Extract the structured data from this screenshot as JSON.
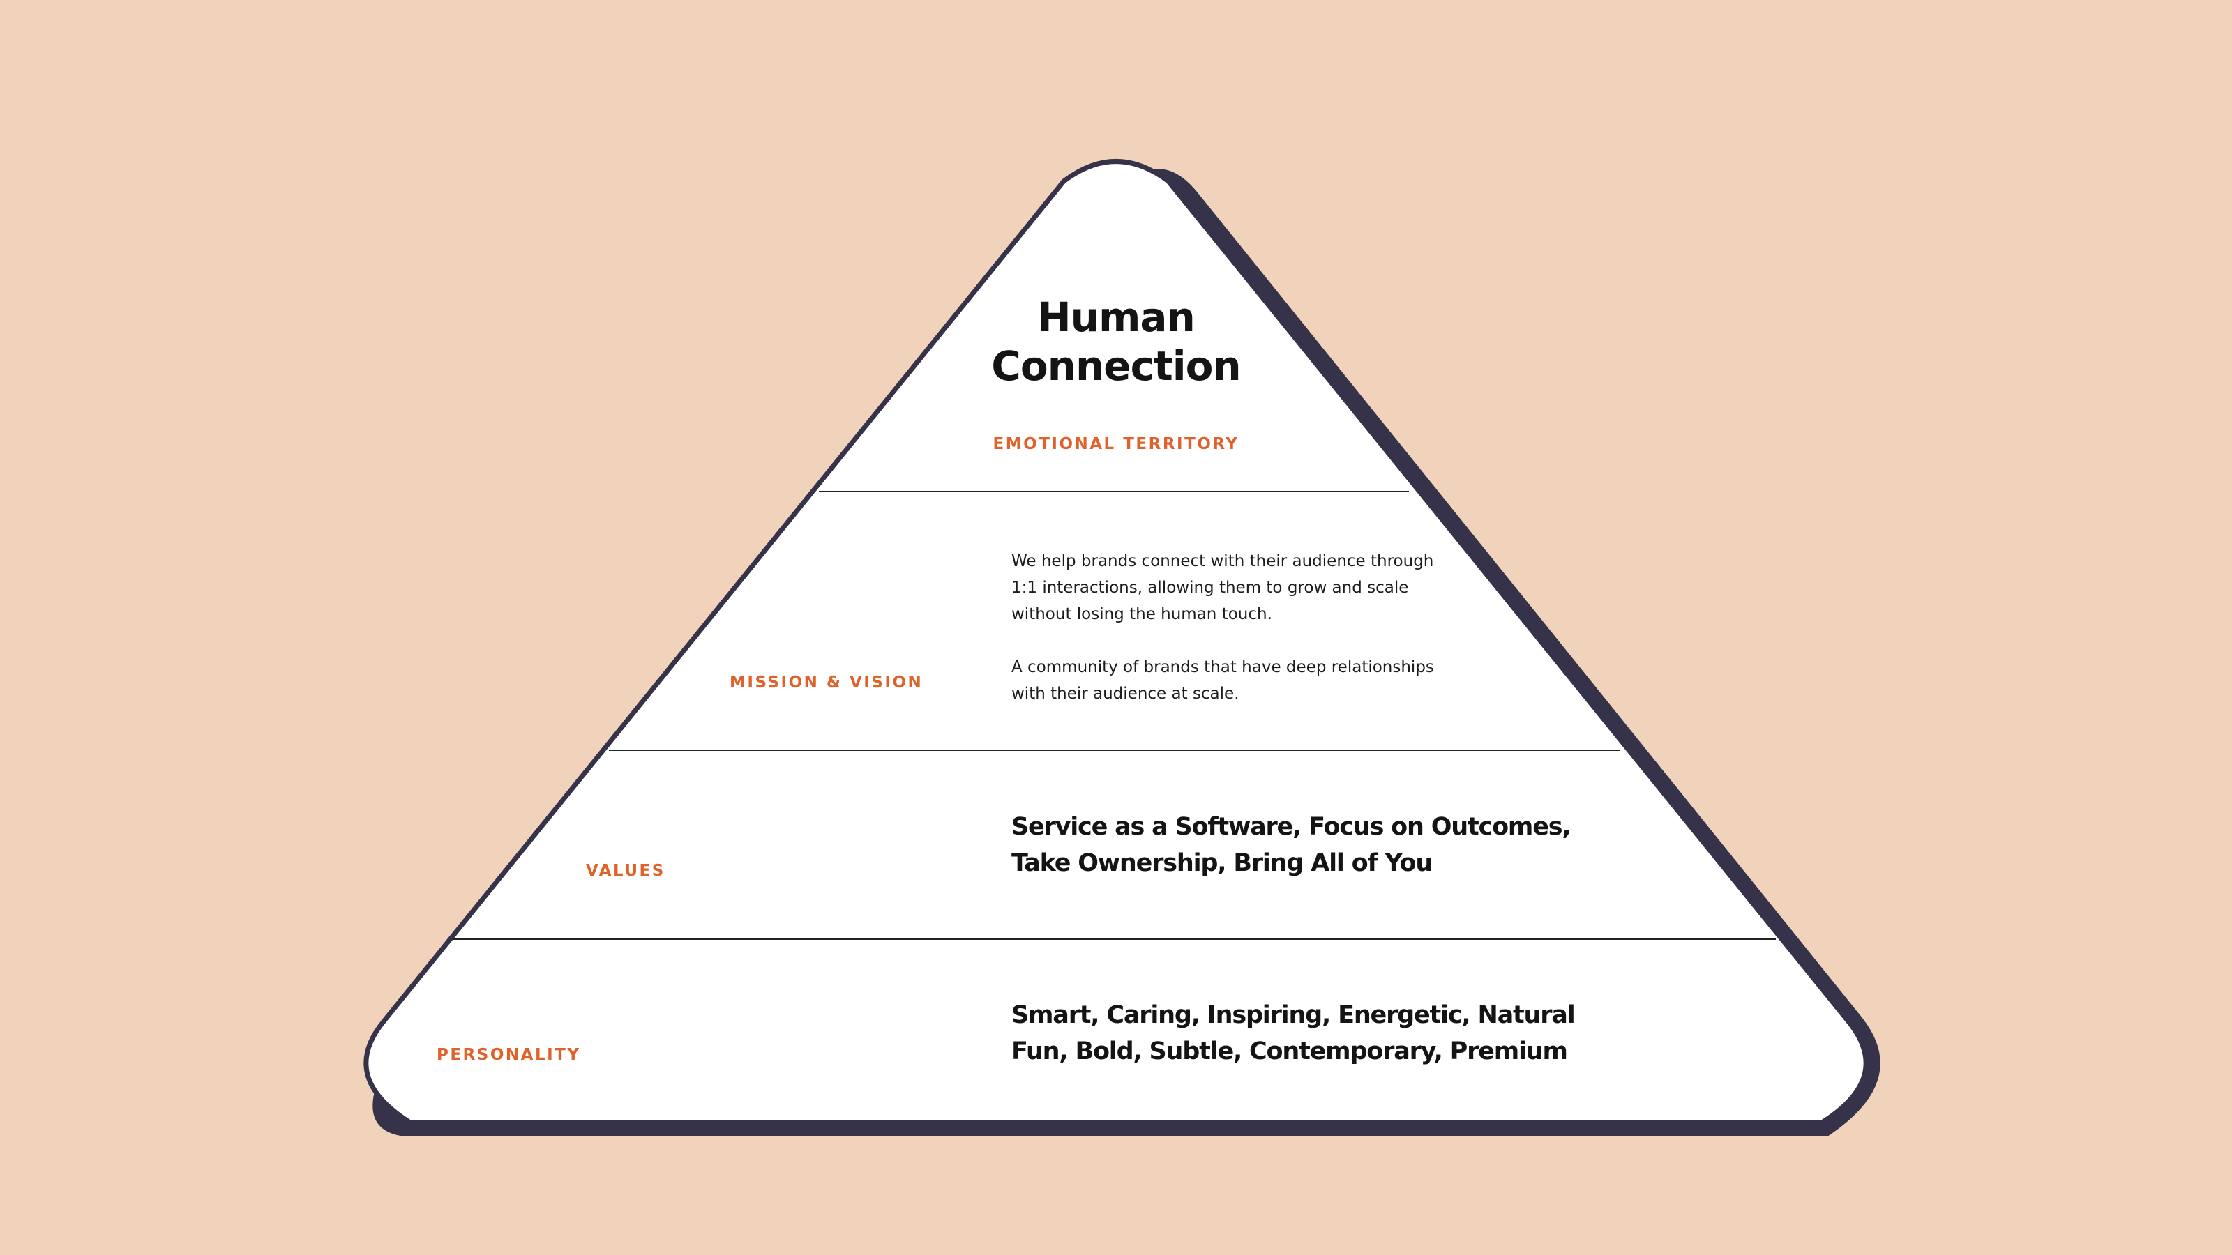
{
  "colors": {
    "background": "#f0d3ba",
    "pyramid_fill": "#ffffff",
    "pyramid_outline": "#35324a",
    "shadow": "#35324a",
    "label_accent": "#e0622b",
    "text": "#141414"
  },
  "pyramid": {
    "tiers": [
      {
        "label": "EMOTIONAL TERRITORY",
        "title_lines": [
          "Human",
          "Connection"
        ]
      },
      {
        "label": "MISSION & VISION",
        "mission": "We help brands connect with their audience through 1:1 interactions, allowing them to grow and scale without losing the human touch.",
        "vision": "A community of brands that have deep relationships with their audience at scale."
      },
      {
        "label": "VALUES",
        "lines": [
          "Service as a Software, Focus on Outcomes,",
          "Take Ownership, Bring All of You"
        ]
      },
      {
        "label": "PERSONALITY",
        "lines": [
          "Smart, Caring, Inspiring, Energetic, Natural",
          "Fun, Bold, Subtle, Contemporary, Premium"
        ]
      }
    ]
  }
}
